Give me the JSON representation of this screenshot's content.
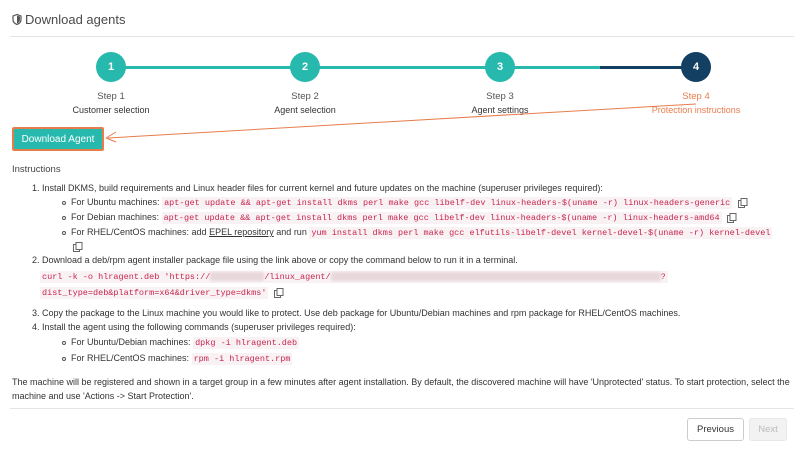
{
  "header": {
    "title": "Download agents"
  },
  "colors": {
    "teal": "#27b9ad",
    "navy": "#123f62",
    "orange": "#e87d4c",
    "code_red": "#c7254e"
  },
  "steps": [
    {
      "number": "1",
      "name": "Step 1",
      "desc": "Customer selection"
    },
    {
      "number": "2",
      "name": "Step 2",
      "desc": "Agent selection"
    },
    {
      "number": "3",
      "name": "Step 3",
      "desc": "Agent settings"
    },
    {
      "number": "4",
      "name": "Step 4",
      "desc": "Protection instructions"
    }
  ],
  "download_button": "Download Agent",
  "instructions": {
    "title": "Instructions",
    "step1": {
      "num": "1.",
      "text": "Install DKMS, build requirements and Linux header files for current kernel and future updates on the machine (superuser privileges required):",
      "ubuntu_label": "For Ubuntu machines:",
      "ubuntu_cmd": "apt-get update && apt-get install dkms perl make gcc libelf-dev linux-headers-$(uname -r) linux-headers-generic",
      "debian_label": "For Debian machines:",
      "debian_cmd": "apt-get update && apt-get install dkms perl make gcc libelf-dev linux-headers-$(uname -r) linux-headers-amd64",
      "rhel_label_a": "For RHEL/CentOS machines: add",
      "rhel_link": "EPEL repository",
      "rhel_label_b": "and run",
      "rhel_cmd": "yum install dkms perl make gcc elfutils-libelf-devel kernel-devel-$(uname -r) kernel-devel"
    },
    "step2": {
      "num": "2.",
      "text": "Download a deb/rpm agent installer package file using the link above or copy the command below to run it in a terminal.",
      "cmd_start": "curl -k -o hlragent.deb 'https://",
      "cmd_mid": "/linux_agent/",
      "cmd_end": "?",
      "cmd_line2": "dist_type=deb&platform=x64&driver_type=dkms'"
    },
    "step3": {
      "num": "3.",
      "text": "Copy the package to the Linux machine you would like to protect. Use deb package for Ubuntu/Debian machines and rpm package for RHEL/CentOS machines."
    },
    "step4": {
      "num": "4.",
      "text": "Install the agent using the following commands (superuser privileges required):",
      "ubuntu_label": "For Ubuntu/Debian machines:",
      "ubuntu_cmd": "dpkg -i hlragent.deb",
      "rhel_label": "For RHEL/CentOS machines:",
      "rhel_cmd": "rpm -i hlragent.rpm"
    },
    "footnote": "The machine will be registered and shown in a target group in a few minutes after agent installation. By default, the discovered machine will have 'Unprotected' status. To start protection, select the machine and use 'Actions -> Start Protection'."
  },
  "footer": {
    "previous": "Previous",
    "next": "Next"
  }
}
